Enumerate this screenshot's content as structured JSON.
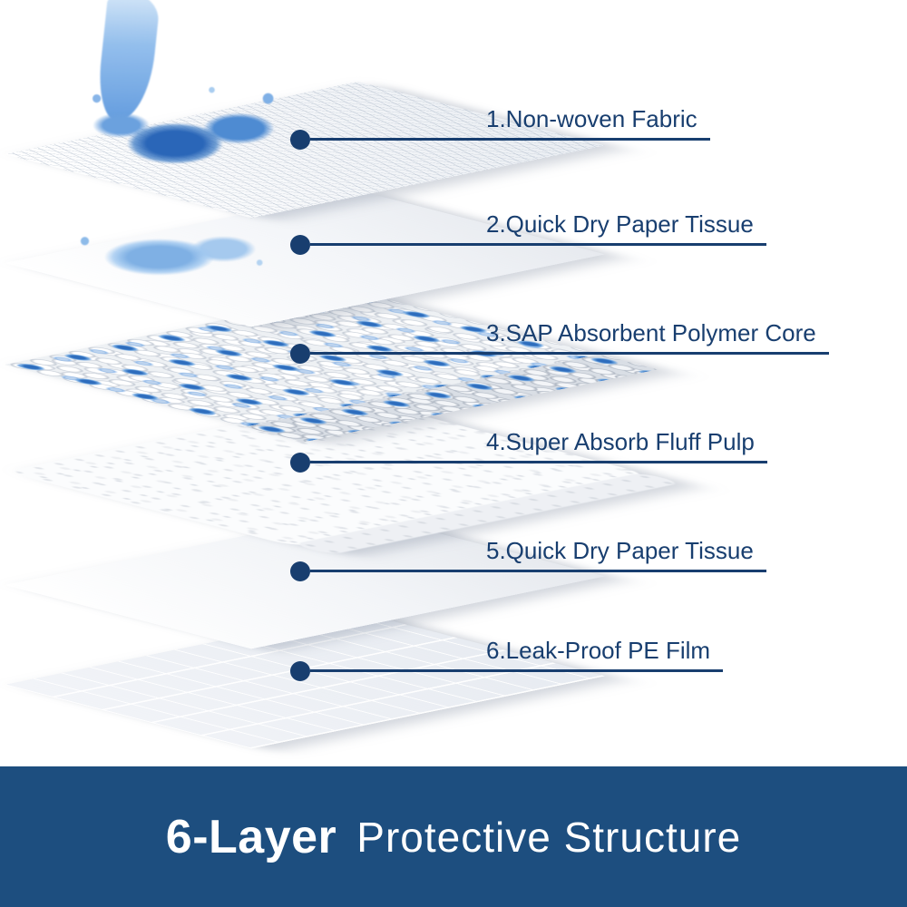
{
  "colors": {
    "accent": "#183e6f",
    "banner_bg": "#1d4e7f",
    "water_blue": "#4e8bd2"
  },
  "callouts": [
    {
      "label": "1.Non-woven Fabric"
    },
    {
      "label": "2.Quick Dry Paper Tissue"
    },
    {
      "label": "3.SAP Absorbent Polymer Core"
    },
    {
      "label": "4.Super Absorb Fluff Pulp"
    },
    {
      "label": "5.Quick Dry Paper Tissue"
    },
    {
      "label": "6.Leak-Proof PE Film"
    }
  ],
  "layers": [
    {
      "name": "Non-woven Fabric",
      "texture": "mesh"
    },
    {
      "name": "Quick Dry Paper Tissue",
      "texture": "tissue"
    },
    {
      "name": "SAP Absorbent Polymer Core",
      "texture": "beads"
    },
    {
      "name": "Super Absorb Fluff Pulp",
      "texture": "fluff"
    },
    {
      "name": "Quick Dry Paper Tissue",
      "texture": "tissue"
    },
    {
      "name": "Leak-Proof PE Film",
      "texture": "grid"
    }
  ],
  "banner": {
    "highlight": "6-Layer",
    "title": "Protective Structure"
  }
}
